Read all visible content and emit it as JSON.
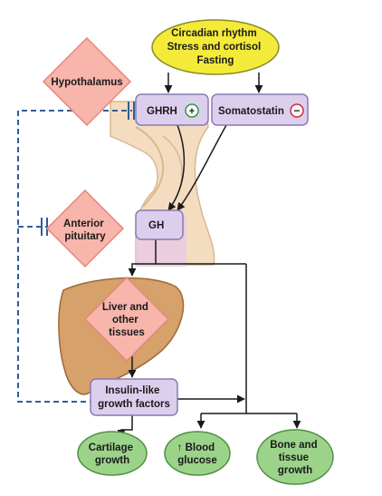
{
  "stimuli": {
    "lines": [
      "Circadian rhythm",
      "Stress and cortisol",
      "Fasting"
    ],
    "color": "#f3ea3a"
  },
  "hypothalamus": {
    "label": "Hypothalamus"
  },
  "ghrh": {
    "label": "GHRH",
    "sign": "+"
  },
  "somatostatin": {
    "label": "Somatostatin",
    "sign": "−"
  },
  "anterior_pituitary": {
    "lines": [
      "Anterior",
      "pituitary"
    ]
  },
  "gh": {
    "label": "GH"
  },
  "liver": {
    "lines": [
      "Liver and",
      "other",
      "tissues"
    ]
  },
  "igf": {
    "lines": [
      "Insulin-like",
      "growth factors"
    ]
  },
  "outcomes": [
    {
      "lines": [
        "Cartilage",
        "growth"
      ]
    },
    {
      "lines": [
        "↑ Blood",
        "glucose"
      ]
    },
    {
      "lines": [
        "Bone and",
        "tissue",
        "growth"
      ]
    }
  ],
  "colors": {
    "organ_diamond_fill": "#f7b5ab",
    "organ_diamond_stroke": "#e8857a",
    "hormone_box_fill": "#dccfee",
    "hormone_box_stroke": "#8a78b4",
    "outcome_fill": "#9cd38a",
    "outcome_stroke": "#4f8f43",
    "liver_fill": "#d6a16a",
    "tissue_fill": "#f4dcc0",
    "feedback_line": "#2d5f9a",
    "positive_sign": "#2f9a3a",
    "negative_sign": "#cf2a3a"
  }
}
